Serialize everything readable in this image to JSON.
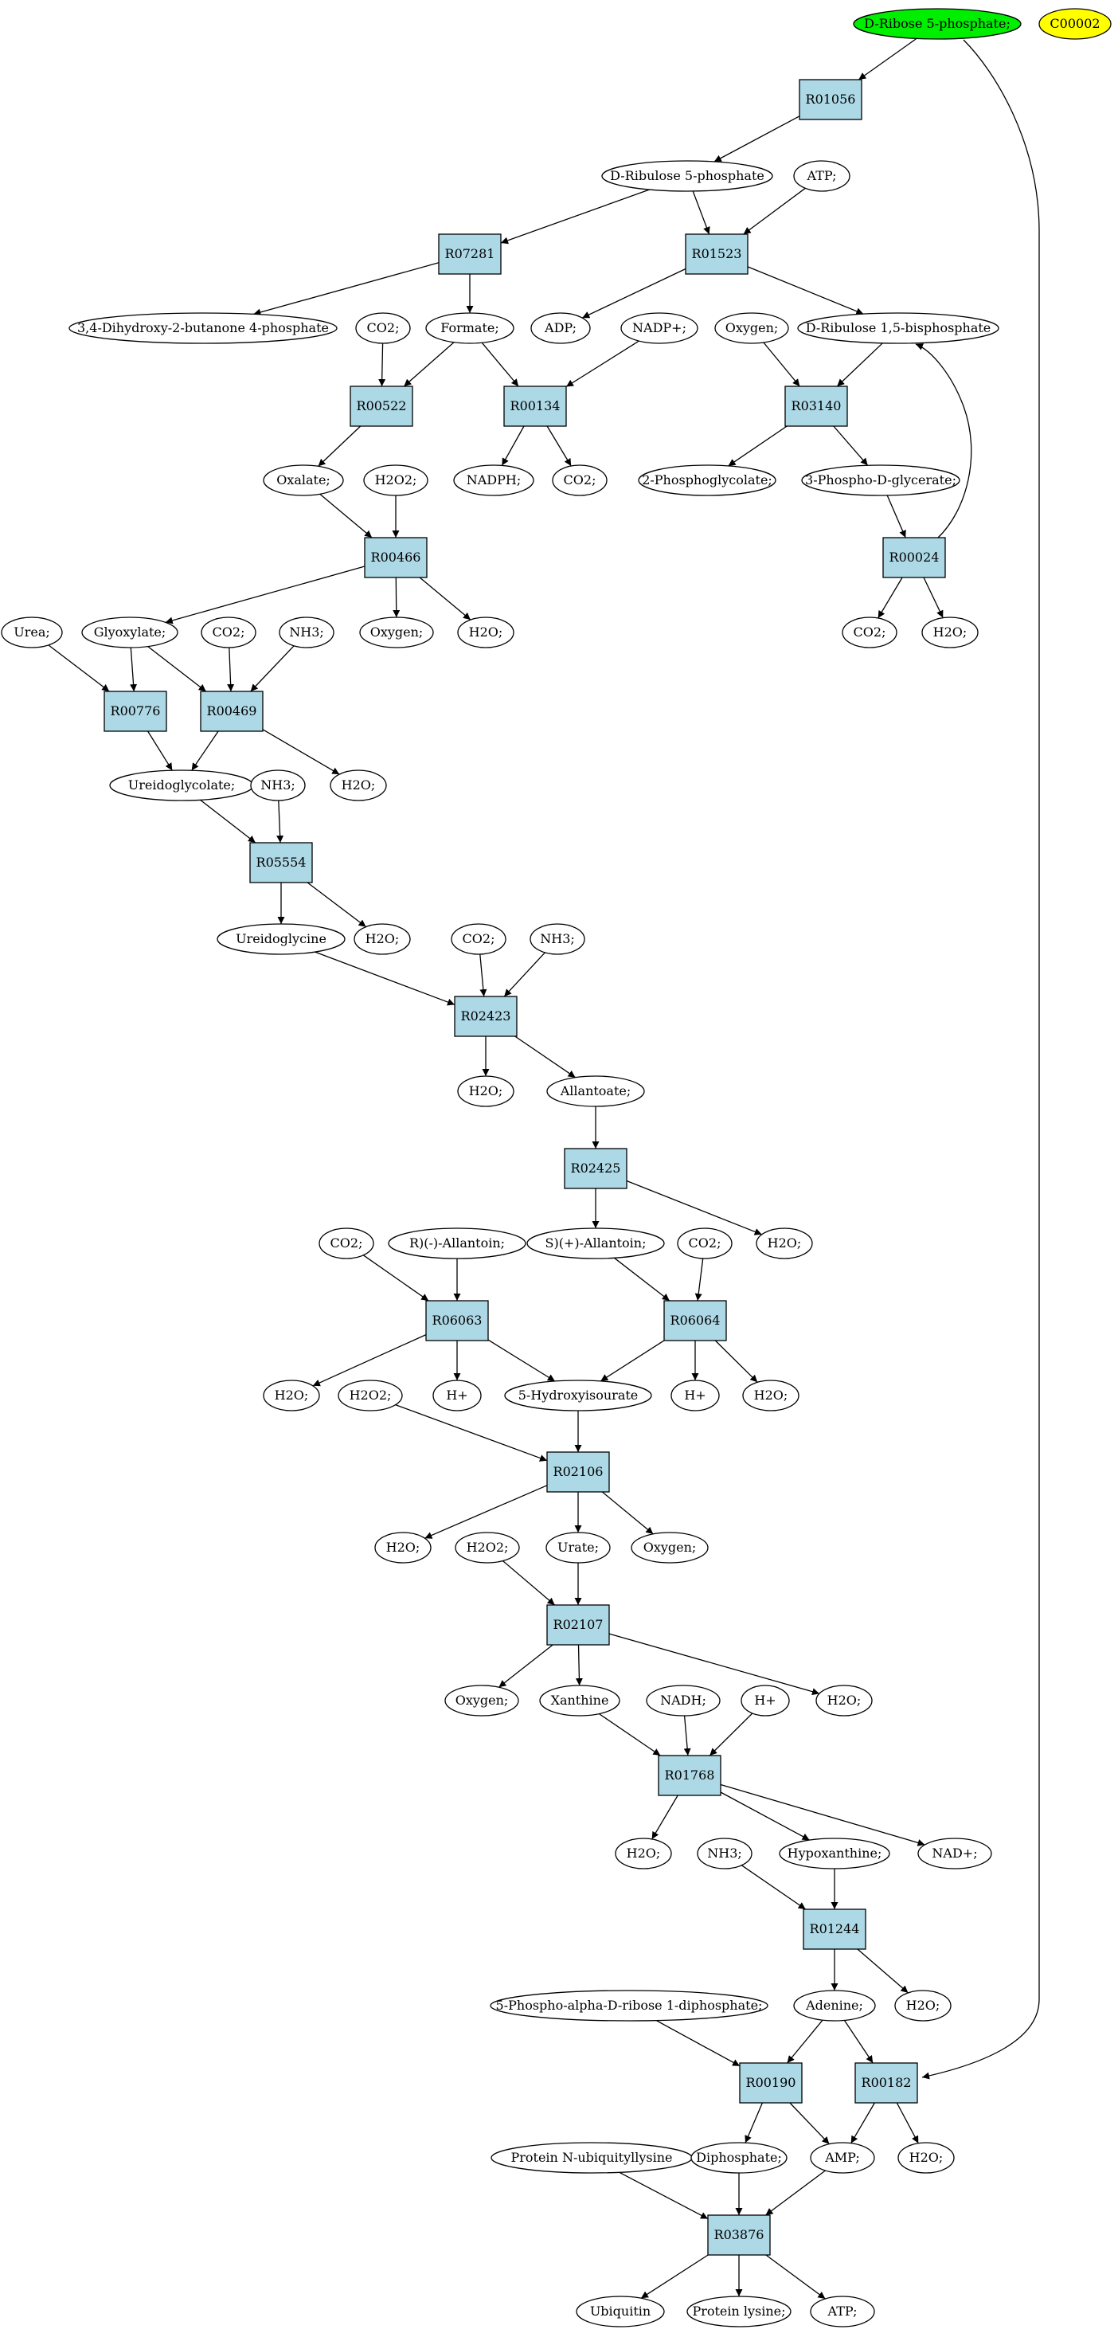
{
  "colors": {
    "reaction_fill": "#add8e6",
    "start_fill": "#00ee00",
    "orphan_fill": "#ffff00",
    "compound_fill": "#ffffff",
    "stroke": "#000000"
  },
  "nodes": [
    {
      "id": "n1",
      "label": "D-Ribose 5-phosphate;",
      "kind": "start"
    },
    {
      "id": "n2",
      "label": "C00002",
      "kind": "orphan"
    },
    {
      "id": "n3",
      "label": "R01056",
      "kind": "reaction"
    },
    {
      "id": "n4",
      "label": "D-Ribulose 5-phosphate",
      "kind": "compound"
    },
    {
      "id": "n5",
      "label": "ATP;",
      "kind": "compound"
    },
    {
      "id": "n6",
      "label": "R07281",
      "kind": "reaction"
    },
    {
      "id": "n7",
      "label": "R01523",
      "kind": "reaction"
    },
    {
      "id": "n8",
      "label": "3,4-Dihydroxy-2-butanone 4-phosphate",
      "kind": "compound"
    },
    {
      "id": "n9",
      "label": "CO2;",
      "kind": "compound"
    },
    {
      "id": "n10",
      "label": "Formate;",
      "kind": "compound"
    },
    {
      "id": "n11",
      "label": "ADP;",
      "kind": "compound"
    },
    {
      "id": "n12",
      "label": "NADP+;",
      "kind": "compound"
    },
    {
      "id": "n13",
      "label": "Oxygen;",
      "kind": "compound"
    },
    {
      "id": "n14",
      "label": "D-Ribulose 1,5-bisphosphate",
      "kind": "compound"
    },
    {
      "id": "n15",
      "label": "R00522",
      "kind": "reaction"
    },
    {
      "id": "n16",
      "label": "R00134",
      "kind": "reaction"
    },
    {
      "id": "n17",
      "label": "R03140",
      "kind": "reaction"
    },
    {
      "id": "n18",
      "label": "Oxalate;",
      "kind": "compound"
    },
    {
      "id": "n19",
      "label": "H2O2;",
      "kind": "compound"
    },
    {
      "id": "n20",
      "label": "NADPH;",
      "kind": "compound"
    },
    {
      "id": "n21",
      "label": "CO2;",
      "kind": "compound"
    },
    {
      "id": "n22",
      "label": "2-Phosphoglycolate;",
      "kind": "compound"
    },
    {
      "id": "n23",
      "label": "3-Phospho-D-glycerate;",
      "kind": "compound"
    },
    {
      "id": "n24",
      "label": "R00466",
      "kind": "reaction"
    },
    {
      "id": "n25",
      "label": "R00024",
      "kind": "reaction"
    },
    {
      "id": "n26",
      "label": "Urea;",
      "kind": "compound"
    },
    {
      "id": "n27",
      "label": "Glyoxylate;",
      "kind": "compound"
    },
    {
      "id": "n28",
      "label": "CO2;",
      "kind": "compound"
    },
    {
      "id": "n29",
      "label": "NH3;",
      "kind": "compound"
    },
    {
      "id": "n30",
      "label": "Oxygen;",
      "kind": "compound"
    },
    {
      "id": "n31",
      "label": "H2O;",
      "kind": "compound"
    },
    {
      "id": "n32",
      "label": "CO2;",
      "kind": "compound"
    },
    {
      "id": "n33",
      "label": "H2O;",
      "kind": "compound"
    },
    {
      "id": "n34",
      "label": "R00776",
      "kind": "reaction"
    },
    {
      "id": "n35",
      "label": "R00469",
      "kind": "reaction"
    },
    {
      "id": "n36",
      "label": "Ureidoglycolate;",
      "kind": "compound"
    },
    {
      "id": "n37",
      "label": "NH3;",
      "kind": "compound"
    },
    {
      "id": "n38",
      "label": "H2O;",
      "kind": "compound"
    },
    {
      "id": "n39",
      "label": "R05554",
      "kind": "reaction"
    },
    {
      "id": "n40",
      "label": "Ureidoglycine",
      "kind": "compound"
    },
    {
      "id": "n41",
      "label": "H2O;",
      "kind": "compound"
    },
    {
      "id": "n42",
      "label": "CO2;",
      "kind": "compound"
    },
    {
      "id": "n43",
      "label": "NH3;",
      "kind": "compound"
    },
    {
      "id": "n44",
      "label": "R02423",
      "kind": "reaction"
    },
    {
      "id": "n45",
      "label": "H2O;",
      "kind": "compound"
    },
    {
      "id": "n46",
      "label": "Allantoate;",
      "kind": "compound"
    },
    {
      "id": "n47",
      "label": "R02425",
      "kind": "reaction"
    },
    {
      "id": "n48",
      "label": "CO2;",
      "kind": "compound"
    },
    {
      "id": "n49",
      "label": "R)(-)-Allantoin;",
      "kind": "compound"
    },
    {
      "id": "n50",
      "label": "S)(+)-Allantoin;",
      "kind": "compound"
    },
    {
      "id": "n51",
      "label": "CO2;",
      "kind": "compound"
    },
    {
      "id": "n52",
      "label": "H2O;",
      "kind": "compound"
    },
    {
      "id": "n53",
      "label": "R06063",
      "kind": "reaction"
    },
    {
      "id": "n54",
      "label": "R06064",
      "kind": "reaction"
    },
    {
      "id": "n55",
      "label": "H2O;",
      "kind": "compound"
    },
    {
      "id": "n56",
      "label": "H2O2;",
      "kind": "compound"
    },
    {
      "id": "n57",
      "label": "H+",
      "kind": "compound"
    },
    {
      "id": "n58",
      "label": "5-Hydroxyisourate",
      "kind": "compound"
    },
    {
      "id": "n59",
      "label": "H+",
      "kind": "compound"
    },
    {
      "id": "n60",
      "label": "H2O;",
      "kind": "compound"
    },
    {
      "id": "n61",
      "label": "R02106",
      "kind": "reaction"
    },
    {
      "id": "n62",
      "label": "H2O;",
      "kind": "compound"
    },
    {
      "id": "n63",
      "label": "H2O2;",
      "kind": "compound"
    },
    {
      "id": "n64",
      "label": "Urate;",
      "kind": "compound"
    },
    {
      "id": "n65",
      "label": "Oxygen;",
      "kind": "compound"
    },
    {
      "id": "n66",
      "label": "R02107",
      "kind": "reaction"
    },
    {
      "id": "n67",
      "label": "Oxygen;",
      "kind": "compound"
    },
    {
      "id": "n68",
      "label": "Xanthine",
      "kind": "compound"
    },
    {
      "id": "n69",
      "label": "NADH;",
      "kind": "compound"
    },
    {
      "id": "n70",
      "label": "H+",
      "kind": "compound"
    },
    {
      "id": "n71",
      "label": "H2O;",
      "kind": "compound"
    },
    {
      "id": "n72",
      "label": "R01768",
      "kind": "reaction"
    },
    {
      "id": "n73",
      "label": "H2O;",
      "kind": "compound"
    },
    {
      "id": "n74",
      "label": "NH3;",
      "kind": "compound"
    },
    {
      "id": "n75",
      "label": "Hypoxanthine;",
      "kind": "compound"
    },
    {
      "id": "n76",
      "label": "NAD+;",
      "kind": "compound"
    },
    {
      "id": "n77",
      "label": "R01244",
      "kind": "reaction"
    },
    {
      "id": "n78",
      "label": "5-Phospho-alpha-D-ribose 1-diphosphate;",
      "kind": "compound"
    },
    {
      "id": "n79",
      "label": "Adenine;",
      "kind": "compound"
    },
    {
      "id": "n80",
      "label": "H2O;",
      "kind": "compound"
    },
    {
      "id": "n81",
      "label": "R00190",
      "kind": "reaction"
    },
    {
      "id": "n82",
      "label": "R00182",
      "kind": "reaction"
    },
    {
      "id": "n83",
      "label": "Protein N-ubiquityllysine",
      "kind": "compound"
    },
    {
      "id": "n84",
      "label": "Diphosphate;",
      "kind": "compound"
    },
    {
      "id": "n85",
      "label": "AMP;",
      "kind": "compound"
    },
    {
      "id": "n86",
      "label": "H2O;",
      "kind": "compound"
    },
    {
      "id": "n87",
      "label": "R03876",
      "kind": "reaction"
    },
    {
      "id": "n88",
      "label": "Ubiquitin",
      "kind": "compound"
    },
    {
      "id": "n89",
      "label": "Protein lysine;",
      "kind": "compound"
    },
    {
      "id": "n90",
      "label": "ATP;",
      "kind": "compound"
    }
  ],
  "edges": [
    [
      "n1",
      "n3"
    ],
    [
      "n1",
      "n82"
    ],
    [
      "n3",
      "n4"
    ],
    [
      "n4",
      "n6"
    ],
    [
      "n4",
      "n7"
    ],
    [
      "n5",
      "n7"
    ],
    [
      "n6",
      "n8"
    ],
    [
      "n6",
      "n10"
    ],
    [
      "n7",
      "n11"
    ],
    [
      "n7",
      "n14"
    ],
    [
      "n9",
      "n15"
    ],
    [
      "n10",
      "n15"
    ],
    [
      "n10",
      "n16"
    ],
    [
      "n12",
      "n16"
    ],
    [
      "n13",
      "n17"
    ],
    [
      "n14",
      "n17"
    ],
    [
      "n15",
      "n18"
    ],
    [
      "n16",
      "n20"
    ],
    [
      "n16",
      "n21"
    ],
    [
      "n17",
      "n22"
    ],
    [
      "n17",
      "n23"
    ],
    [
      "n18",
      "n24"
    ],
    [
      "n19",
      "n24"
    ],
    [
      "n23",
      "n25"
    ],
    [
      "n25",
      "n14"
    ],
    [
      "n24",
      "n27"
    ],
    [
      "n24",
      "n30"
    ],
    [
      "n24",
      "n31"
    ],
    [
      "n25",
      "n32"
    ],
    [
      "n25",
      "n33"
    ],
    [
      "n26",
      "n34"
    ],
    [
      "n27",
      "n34"
    ],
    [
      "n27",
      "n35"
    ],
    [
      "n28",
      "n35"
    ],
    [
      "n29",
      "n35"
    ],
    [
      "n34",
      "n36"
    ],
    [
      "n35",
      "n36"
    ],
    [
      "n35",
      "n38"
    ],
    [
      "n36",
      "n39"
    ],
    [
      "n37",
      "n39"
    ],
    [
      "n39",
      "n40"
    ],
    [
      "n39",
      "n41"
    ],
    [
      "n40",
      "n44"
    ],
    [
      "n42",
      "n44"
    ],
    [
      "n43",
      "n44"
    ],
    [
      "n44",
      "n45"
    ],
    [
      "n44",
      "n46"
    ],
    [
      "n46",
      "n47"
    ],
    [
      "n47",
      "n50"
    ],
    [
      "n47",
      "n52"
    ],
    [
      "n48",
      "n53"
    ],
    [
      "n49",
      "n53"
    ],
    [
      "n50",
      "n54"
    ],
    [
      "n51",
      "n54"
    ],
    [
      "n53",
      "n55"
    ],
    [
      "n53",
      "n57"
    ],
    [
      "n53",
      "n58"
    ],
    [
      "n54",
      "n58"
    ],
    [
      "n54",
      "n59"
    ],
    [
      "n54",
      "n60"
    ],
    [
      "n56",
      "n61"
    ],
    [
      "n58",
      "n61"
    ],
    [
      "n61",
      "n62"
    ],
    [
      "n61",
      "n64"
    ],
    [
      "n61",
      "n65"
    ],
    [
      "n63",
      "n66"
    ],
    [
      "n64",
      "n66"
    ],
    [
      "n66",
      "n67"
    ],
    [
      "n66",
      "n68"
    ],
    [
      "n66",
      "n71"
    ],
    [
      "n68",
      "n72"
    ],
    [
      "n69",
      "n72"
    ],
    [
      "n70",
      "n72"
    ],
    [
      "n72",
      "n73"
    ],
    [
      "n72",
      "n75"
    ],
    [
      "n72",
      "n76"
    ],
    [
      "n74",
      "n77"
    ],
    [
      "n75",
      "n77"
    ],
    [
      "n77",
      "n79"
    ],
    [
      "n77",
      "n80"
    ],
    [
      "n78",
      "n81"
    ],
    [
      "n79",
      "n81"
    ],
    [
      "n79",
      "n82"
    ],
    [
      "n81",
      "n84"
    ],
    [
      "n81",
      "n85"
    ],
    [
      "n82",
      "n85"
    ],
    [
      "n82",
      "n86"
    ],
    [
      "n83",
      "n87"
    ],
    [
      "n84",
      "n87"
    ],
    [
      "n85",
      "n87"
    ],
    [
      "n87",
      "n88"
    ],
    [
      "n87",
      "n89"
    ],
    [
      "n87",
      "n90"
    ]
  ]
}
